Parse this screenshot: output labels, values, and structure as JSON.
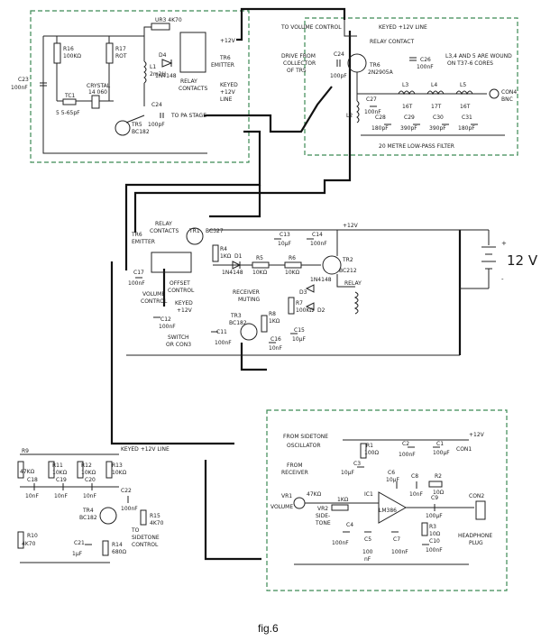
{
  "caption": "fig.6",
  "supply": {
    "voltage_label": "12 V",
    "plus": "+",
    "minus": "-"
  },
  "osc": {
    "ur3": "UR3 4K70",
    "r16": "R16",
    "r16v": "100KΩ",
    "r17": "R17",
    "r17v": "ROT",
    "c23": "C23",
    "c23v": "100nF",
    "tc1": "TC1",
    "tc1v": "5 5-65pF",
    "crystal": "CRYSTAL",
    "crystalv": "14 060",
    "l1": "L1",
    "l1v": "2m2H",
    "d4": "D4",
    "d4v": "1N4148",
    "relay": "RELAY",
    "relay2": "CONTACTS",
    "plus12": "+12V",
    "tr6": "TR6",
    "emitter": "EMITTER",
    "tr5": "TR5",
    "tr5v": "BC182",
    "c24": "C24",
    "c24v": "100pF",
    "pa": "TO PA STAGE",
    "keyed1": "KEYED",
    "keyed2": "+12V",
    "keyed3": "LINE"
  },
  "pa": {
    "to_vol": "TO VOLUME CONTROL",
    "keyed_line": "KEYED +12V LINE",
    "relay_contact": "RELAY CONTACT",
    "drive1": "DRIVE FROM",
    "drive2": "COLLECTOR",
    "drive3": "OF TR5",
    "c24": "C24",
    "c24v": "100pF",
    "tr6": "TR6",
    "tr6v": "2N2905A",
    "c26": "C26",
    "c26v": "100nF",
    "note1": "L3,4 AND 5 ARE WOUND",
    "note2": "ON T37-6 CORES",
    "l2": "L2",
    "c27": "C27",
    "c27v": "100nF",
    "l3": "L3",
    "l3v": "16T",
    "l4": "L4",
    "l4v": "17T",
    "l5": "L5",
    "l5v": "16T",
    "con4": "CON4",
    "con4v": "BNC",
    "c28": "C28",
    "c28v": "180pF",
    "c29": "C29",
    "c29v": "390pF",
    "c30": "C30",
    "c30v": "390pF",
    "c31": "C31",
    "c31v": "180pF",
    "filter": "20 METRE LOW-PASS FILTER"
  },
  "ctrl": {
    "relay1": "RELAY",
    "relay2": "CONTACTS",
    "tr1": "TR1",
    "tr1v": "BC327",
    "tr6": "TR6",
    "emitter": "EMITTER",
    "plus12": "+12V",
    "c13": "C13",
    "c13v": "10µF",
    "c14": "C14",
    "c14v": "100nF",
    "r4": "R4",
    "r4v": "1KΩ",
    "d1": "D1",
    "d1v": "1N4148",
    "r5": "R5",
    "r5v": "10KΩ",
    "r6": "R6",
    "r6v": "10KΩ",
    "tr2": "TR2",
    "tr2v": "BC212",
    "c17": "C17",
    "c17v": "100nF",
    "offset1": "OFFSET",
    "offset2": "CONTROL",
    "keyed": "KEYED",
    "keyed12": "+12V",
    "vol1": "VOLUME",
    "vol2": "CONTROL",
    "d3": "D3",
    "d3v": "1N4148",
    "relay": "RELAY",
    "rx1": "RECEIVER",
    "rx2": "MUTING",
    "r7": "R7",
    "r7v": "100KΩ",
    "d2": "D2",
    "tr3": "TR3",
    "tr3v": "BC182",
    "r8": "R8",
    "r8v": "1KΩ",
    "c15": "C15",
    "c15v": "10µF",
    "c12": "C12",
    "c12v": "100nF",
    "c11": "C11",
    "c11v": "100nF",
    "c16": "C16",
    "c16v": "10nF",
    "switch1": "SWITCH",
    "switch2": "OR CON3"
  },
  "side": {
    "keyed_line": "KEYED +12V LINE",
    "r9": "R9",
    "r9v": "47KΩ",
    "r11": "R11",
    "r11v": "10KΩ",
    "r12": "R12",
    "r12v": "10KΩ",
    "r13": "R13",
    "r13v": "10KΩ",
    "c18": "C18",
    "c18v": "10nF",
    "c19": "C19",
    "c19v": "10nF",
    "c20": "C20",
    "c20v": "10nF",
    "c22": "C22",
    "c22v": "100nF",
    "tr4": "TR4",
    "tr4v": "BC182",
    "r15": "R15",
    "r15v": "4K70",
    "r10": "R10",
    "r10v": "4K70",
    "c21": "C21",
    "c21v": "1µF",
    "r14": "R14",
    "r14v": "680Ω",
    "to1": "TO",
    "to2": "SIDETONE",
    "to3": "CONTROL"
  },
  "audio": {
    "from_side1": "FROM SIDETONE",
    "from_side2": "OSCILLATOR",
    "plus12": "+12V",
    "r1": "R1",
    "r1v": "100Ω",
    "c2": "C2",
    "c2v": "100nF",
    "c1": "C1",
    "c1v": "100µF",
    "con1": "CON1",
    "c3": "C3",
    "c3v": "10µF",
    "c6": "C6",
    "c6v": "10µF",
    "c8": "C8",
    "c8v": "10nF",
    "r2": "R2",
    "r2v": "10Ω",
    "from_rx1": "FROM",
    "from_rx2": "RECEIVER",
    "vr1": "VR1",
    "vr1v": "47KΩ",
    "ic1": "IC1",
    "volume": "VOLUME",
    "vr2": "VR2",
    "vr2v": "1KΩ",
    "sidetone1": "SIDE-",
    "sidetone2": "TONE",
    "ic1v": "LM386",
    "c9": "C9",
    "c9v": "100µF",
    "con2": "CON2",
    "c4": "C4",
    "c4v": "100nF",
    "c5": "C5",
    "c5v": "100",
    "c5v2": "nF",
    "c7": "C7",
    "c7v": "100nF",
    "r3": "R3",
    "r3v": "10Ω",
    "c10": "C10",
    "c10v": "100nF",
    "hp1": "HEADPHONE",
    "hp2": "PLUG"
  }
}
